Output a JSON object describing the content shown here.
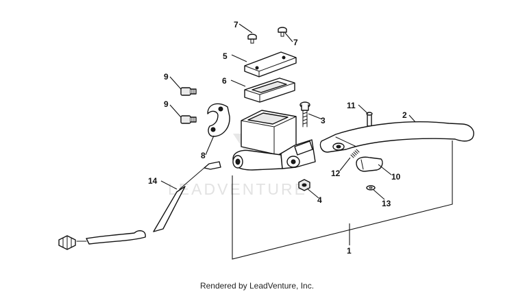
{
  "callouts": {
    "c1": "1",
    "c2": "2",
    "c3": "3",
    "c4": "4",
    "c5": "5",
    "c6": "6",
    "c7a": "7",
    "c7b": "7",
    "c8": "8",
    "c9a": "9",
    "c9b": "9",
    "c10": "10",
    "c11": "11",
    "c12": "12",
    "c13": "13",
    "c14": "14"
  },
  "watermark": "LEADVENTURE",
  "footer": "Rendered by LeadVenture, Inc."
}
